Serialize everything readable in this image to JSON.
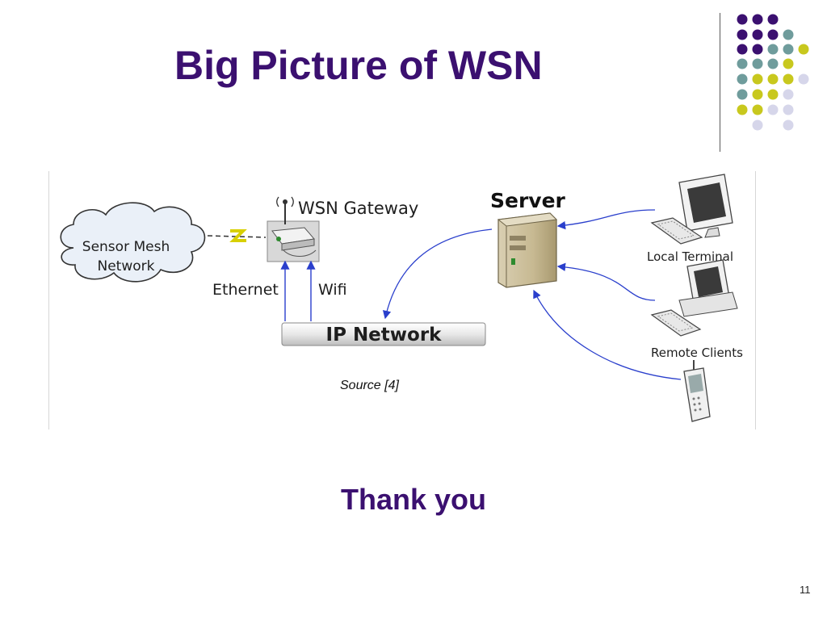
{
  "slide": {
    "title": "Big Picture of WSN",
    "closing": "Thank you",
    "page_number": "11"
  },
  "diagram": {
    "cloud_label_line1": "Sensor Mesh",
    "cloud_label_line2": "Network",
    "gateway_label": "WSN Gateway",
    "server_label": "Server",
    "ethernet_label": "Ethernet",
    "wifi_label": "Wifi",
    "ip_network_label": "IP Network",
    "local_terminal_label": "Local Terminal",
    "remote_clients_label": "Remote Clients",
    "source_caption": "Source [4]"
  },
  "colors": {
    "title": "#3b1070",
    "dot_purple": "#3b1070",
    "dot_teal": "#6f9c9c",
    "dot_yellow": "#c8c81e",
    "dot_lavender": "#d6d6ea",
    "arrow_blue": "#2a3fcc"
  },
  "icons": [
    "antenna-icon",
    "router-icon",
    "server-icon",
    "monitor-icon",
    "keyboard-icon",
    "desktop-computer-icon",
    "mobile-phone-icon",
    "zigzag-signal-icon"
  ]
}
